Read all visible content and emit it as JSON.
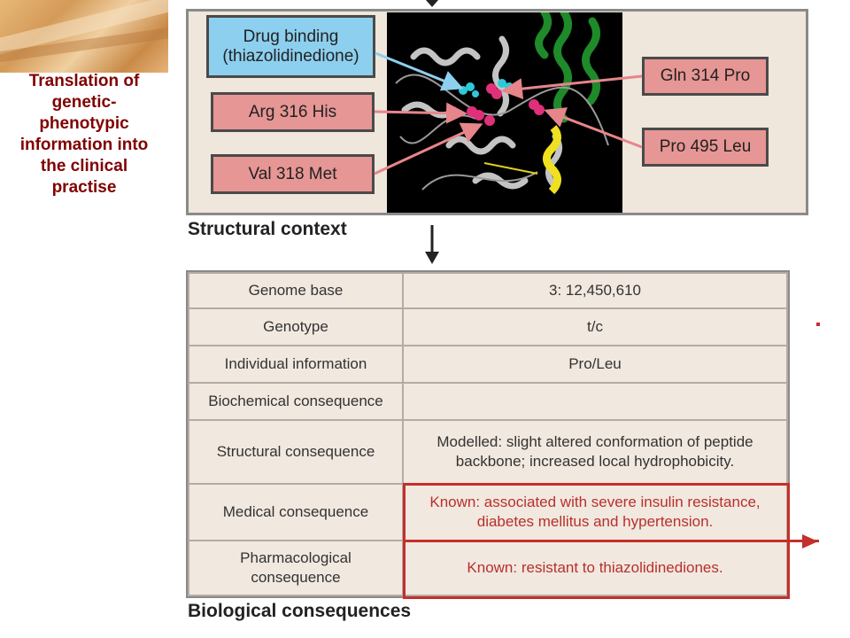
{
  "side_title": "Translation of genetic-phenotypic information into the clinical practise",
  "structural_context": {
    "section_label": "Structural context",
    "labels": {
      "drug_binding": "Drug binding (thiazolidinedione)",
      "arg": "Arg 316 His",
      "val": "Val 318 Met",
      "gln": "Gln 314 Pro",
      "pro": "Pro 495 Leu"
    }
  },
  "biological_consequences": {
    "section_label": "Biological consequences",
    "rows": [
      {
        "label": "Genome base",
        "value": "3: 12,450,610"
      },
      {
        "label": "Genotype",
        "value": "t/c"
      },
      {
        "label": "Individual information",
        "value": "Pro/Leu"
      },
      {
        "label": "Biochemical consequence",
        "value": ""
      },
      {
        "label": "Structural consequence",
        "value": "Modelled: slight altered conformation of peptide backbone; increased local hydrophobicity."
      },
      {
        "label": "Medical consequence",
        "value": "Known: associated with severe insulin resistance, diabetes mellitus and hypertension."
      },
      {
        "label": "Pharmacological consequence",
        "value": "Known: resistant to thiazolidinediones."
      }
    ]
  },
  "colors": {
    "title": "#800000",
    "label_blue": "#8dcfee",
    "label_pink": "#e69694",
    "highlight_red": "#c3302a"
  }
}
